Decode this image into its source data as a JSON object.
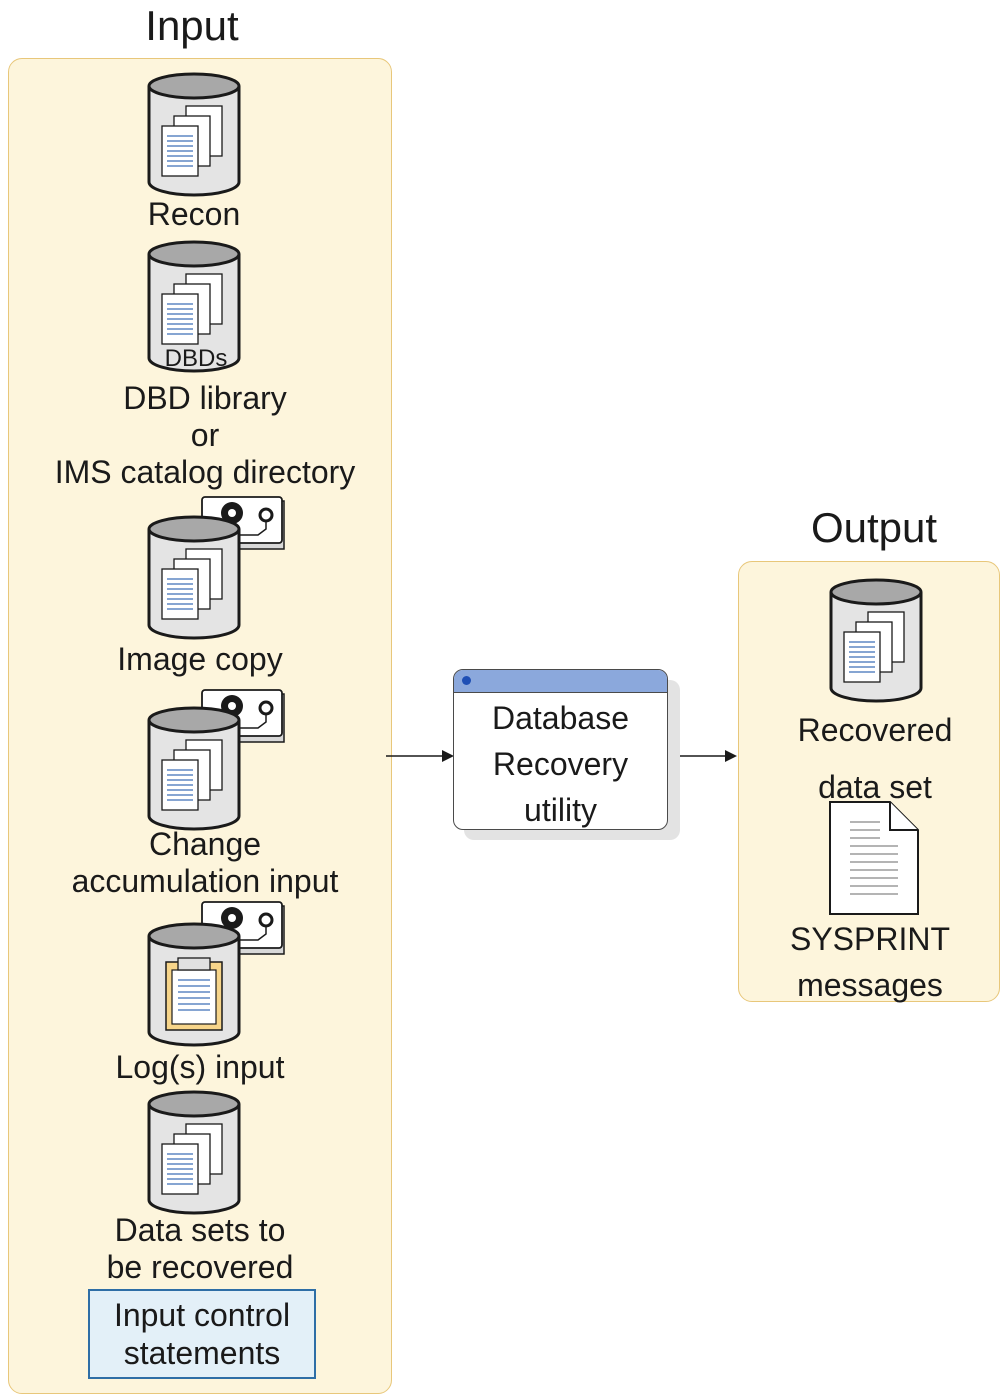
{
  "input_section": {
    "title": "Input",
    "items": [
      {
        "label": "Recon"
      },
      {
        "label_lines": [
          "DBD library",
          "or",
          "IMS catalog directory"
        ],
        "inner_text": "DBDs"
      },
      {
        "label": "Image copy"
      },
      {
        "label_lines": [
          "Change",
          "accumulation input"
        ]
      },
      {
        "label": "Log(s) input"
      },
      {
        "label_lines": [
          "Data sets to",
          "be recovered"
        ]
      }
    ],
    "control_statements": [
      "Input control",
      "statements"
    ]
  },
  "utility": {
    "lines": [
      "Database",
      "Recovery",
      "utility"
    ]
  },
  "output_section": {
    "title": "Output",
    "items": [
      {
        "label_lines": [
          "Recovered",
          "data set"
        ]
      },
      {
        "label_lines": [
          "SYSPRINT",
          "messages"
        ]
      }
    ]
  },
  "colors": {
    "panel_fill": "#fdf5dc",
    "panel_border": "#e8c77a",
    "cylinder_fill": "#d6d6d6",
    "page_lines": "#3f6fb8",
    "utility_bar": "#8ba8dc",
    "control_fill": "#e3f0f8",
    "control_border": "#2e6ea6",
    "clipboard_fill": "#f7d58a"
  }
}
